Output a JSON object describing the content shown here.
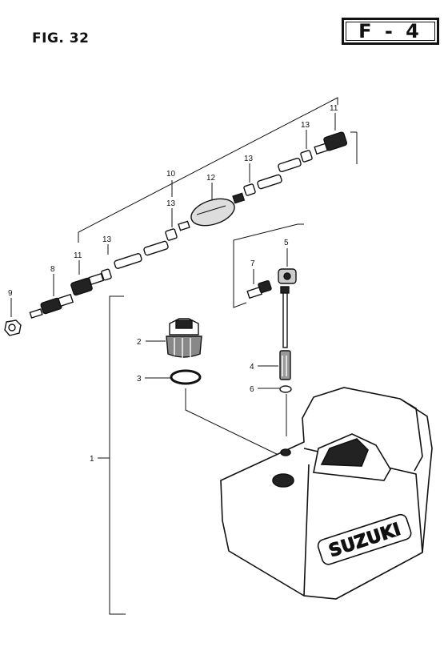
{
  "figure": {
    "title": "FIG. 32",
    "code": "F - 4"
  },
  "callouts": [
    {
      "id": "c1",
      "label": "1"
    },
    {
      "id": "c2",
      "label": "2"
    },
    {
      "id": "c3",
      "label": "3"
    },
    {
      "id": "c4",
      "label": "4"
    },
    {
      "id": "c5",
      "label": "5"
    },
    {
      "id": "c6",
      "label": "6"
    },
    {
      "id": "c7",
      "label": "7"
    },
    {
      "id": "c8",
      "label": "8"
    },
    {
      "id": "c9",
      "label": "9"
    },
    {
      "id": "c10",
      "label": "10"
    },
    {
      "id": "c11a",
      "label": "11"
    },
    {
      "id": "c11b",
      "label": "11"
    },
    {
      "id": "c12",
      "label": "12"
    },
    {
      "id": "c13a",
      "label": "13"
    },
    {
      "id": "c13b",
      "label": "13"
    },
    {
      "id": "c13c",
      "label": "13"
    },
    {
      "id": "c13d",
      "label": "13"
    }
  ],
  "tank_brand": "SUZUKI"
}
